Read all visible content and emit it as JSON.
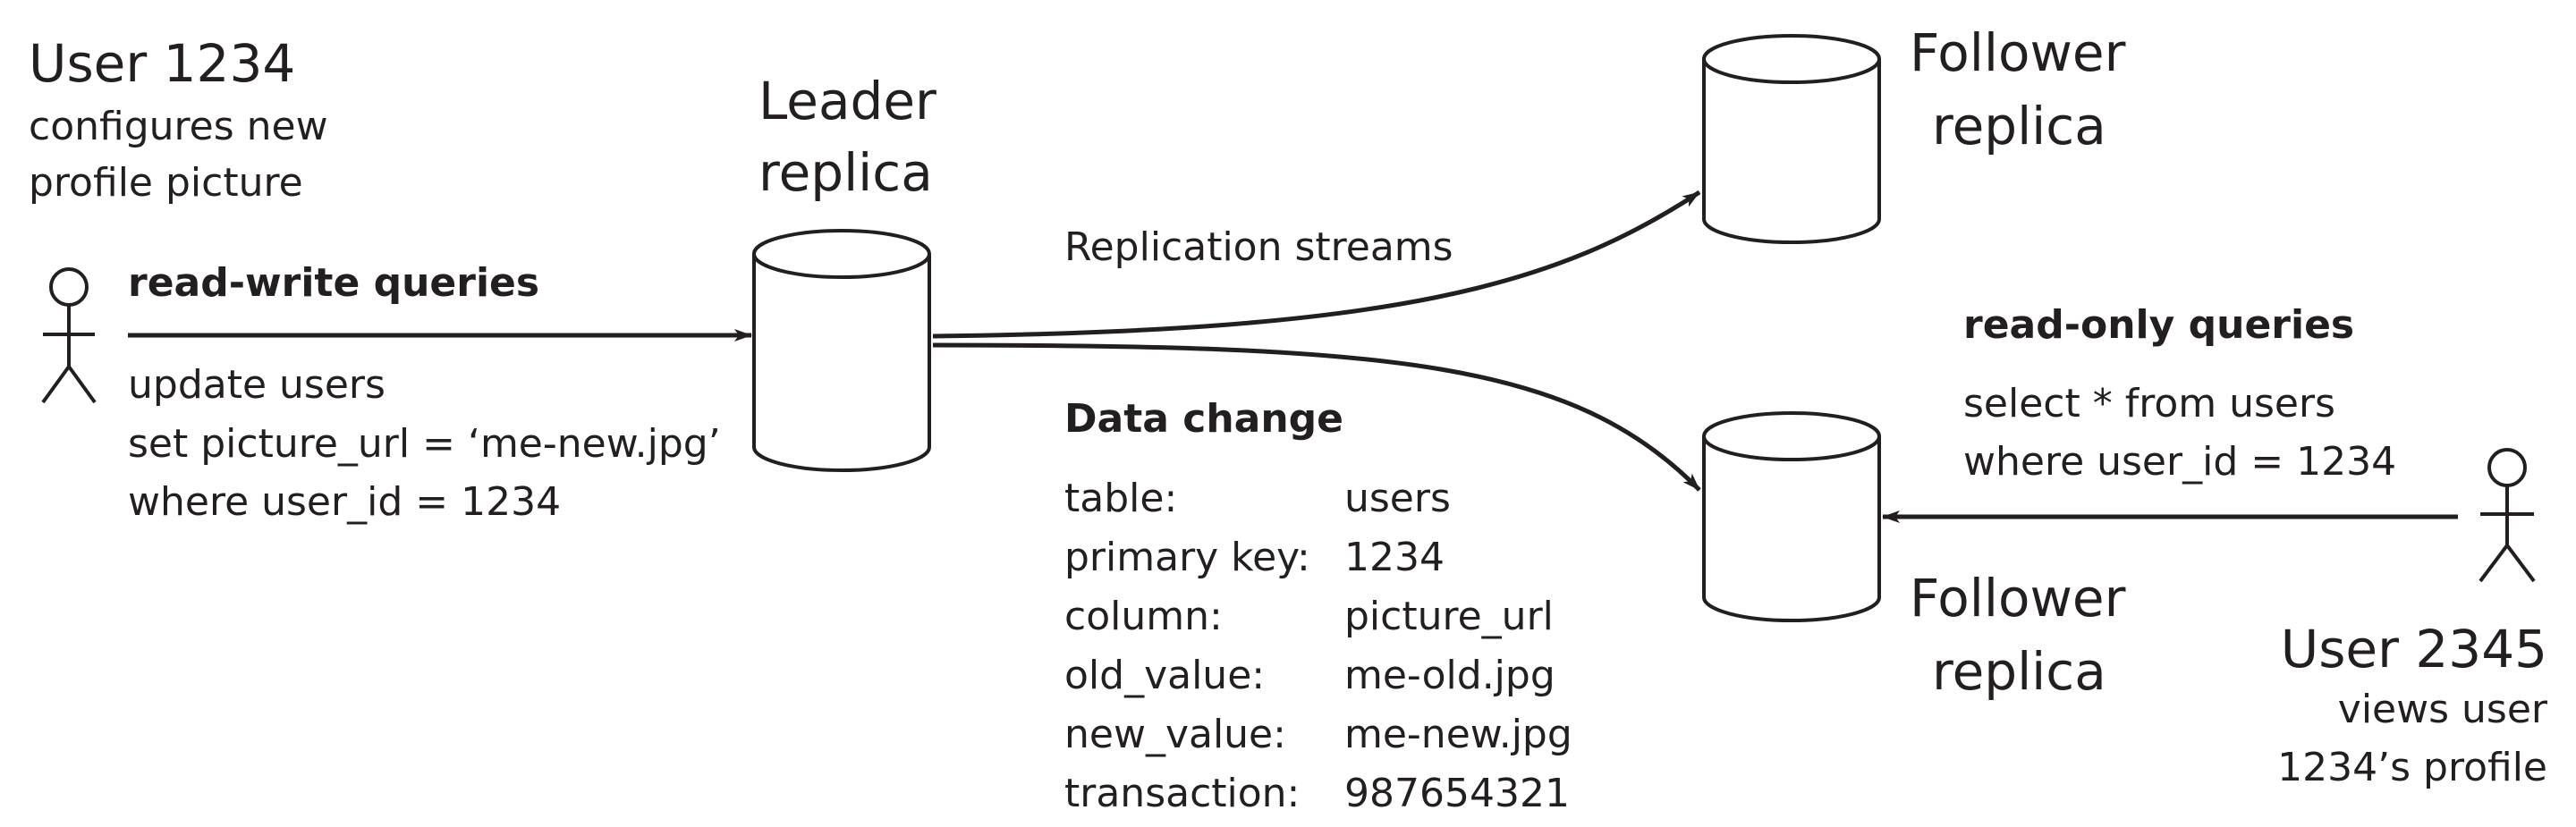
{
  "user1": {
    "name": "User 1234",
    "caption_line1": "configures new",
    "caption_line2": "profile picture"
  },
  "leader": {
    "line1": "Leader",
    "line2": "replica"
  },
  "follower_top": {
    "line1": "Follower",
    "line2": "replica"
  },
  "follower_bottom": {
    "line1": "Follower",
    "line2": "replica"
  },
  "write_query": {
    "heading": "read-write queries",
    "line1": "update users",
    "line2": "set picture_url = ‘me-new.jpg’",
    "line3": "where user_id = 1234"
  },
  "replication_label": "Replication streams",
  "data_change": {
    "heading": "Data change",
    "rows": [
      {
        "key": "table:",
        "value": "users"
      },
      {
        "key": "primary key:",
        "value": "1234"
      },
      {
        "key": "column:",
        "value": "picture_url"
      },
      {
        "key": "old_value:",
        "value": "me-old.jpg"
      },
      {
        "key": "new_value:",
        "value": "me-new.jpg"
      },
      {
        "key": "transaction:",
        "value": "987654321"
      }
    ]
  },
  "read_query": {
    "heading": "read-only queries",
    "line1": "select * from users",
    "line2": "where user_id = 1234"
  },
  "user2": {
    "name": "User 2345",
    "caption_line1": "views user",
    "caption_line2": "1234’s profile"
  },
  "colors": {
    "ink": "#231f20",
    "background": "#ffffff"
  },
  "icons": [
    "person-icon",
    "database-cylinder-icon",
    "arrow-icon"
  ]
}
